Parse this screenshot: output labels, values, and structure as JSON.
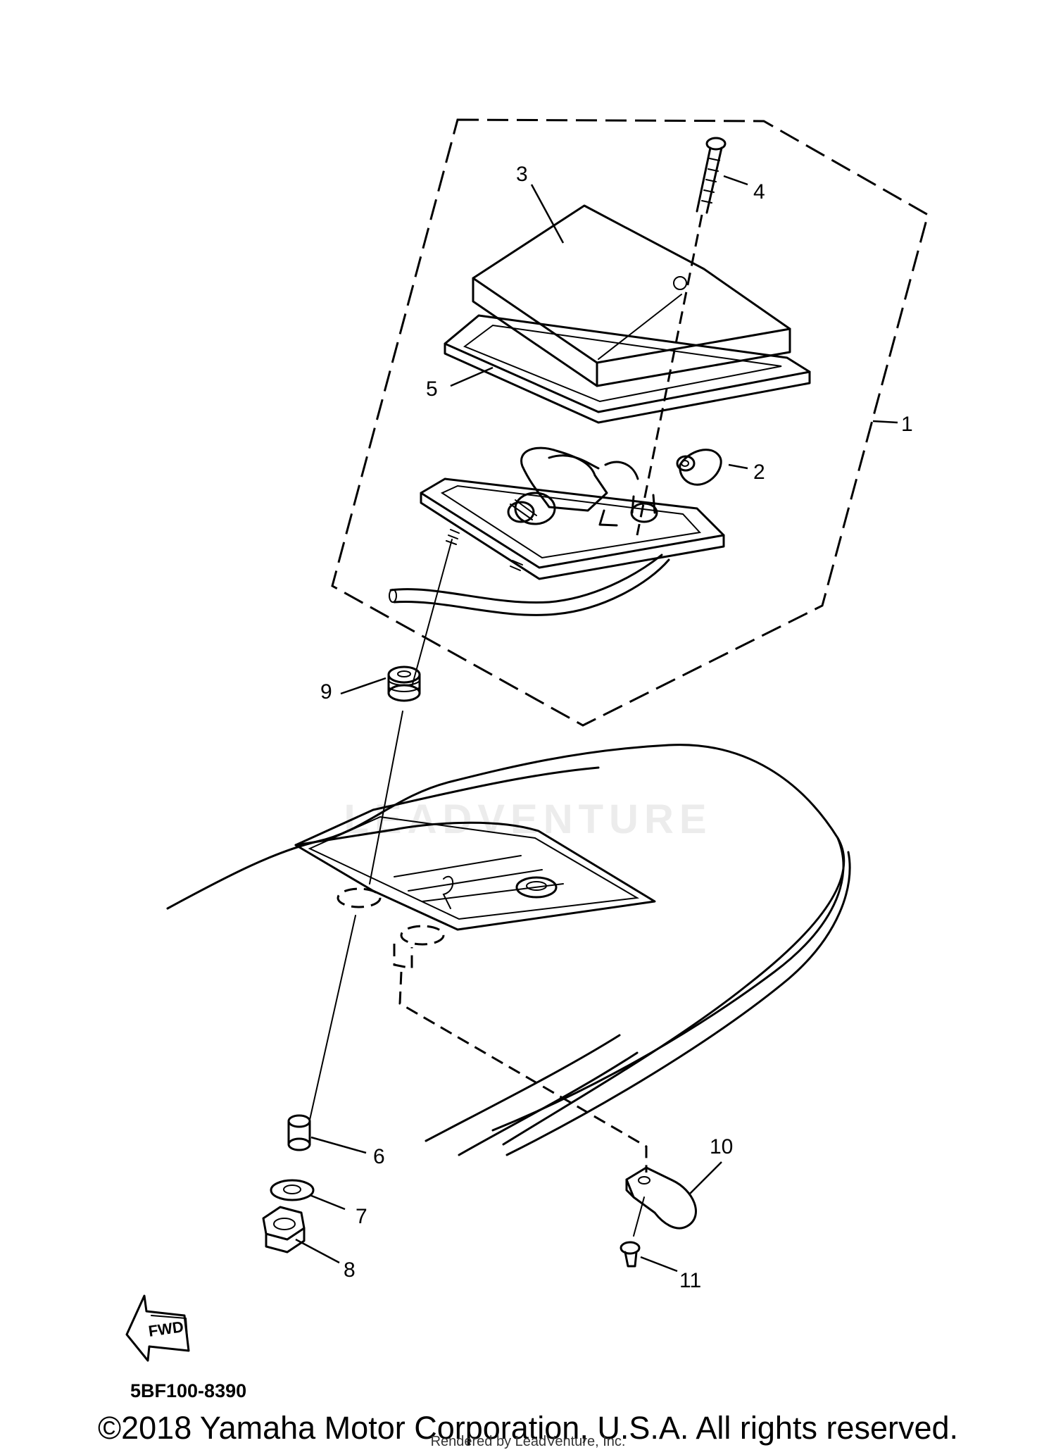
{
  "callouts": [
    "1",
    "2",
    "3",
    "4",
    "5",
    "6",
    "7",
    "8",
    "9",
    "10",
    "11"
  ],
  "fwd_label": "FWD",
  "diagram_code": "5BF100-8390",
  "copyright": "©2018 Yamaha Motor Corporation, U.S.A. All rights reserved.",
  "rendered_by": "Rendered by LeadVenture, Inc.",
  "watermark": "LEADVENTURE"
}
